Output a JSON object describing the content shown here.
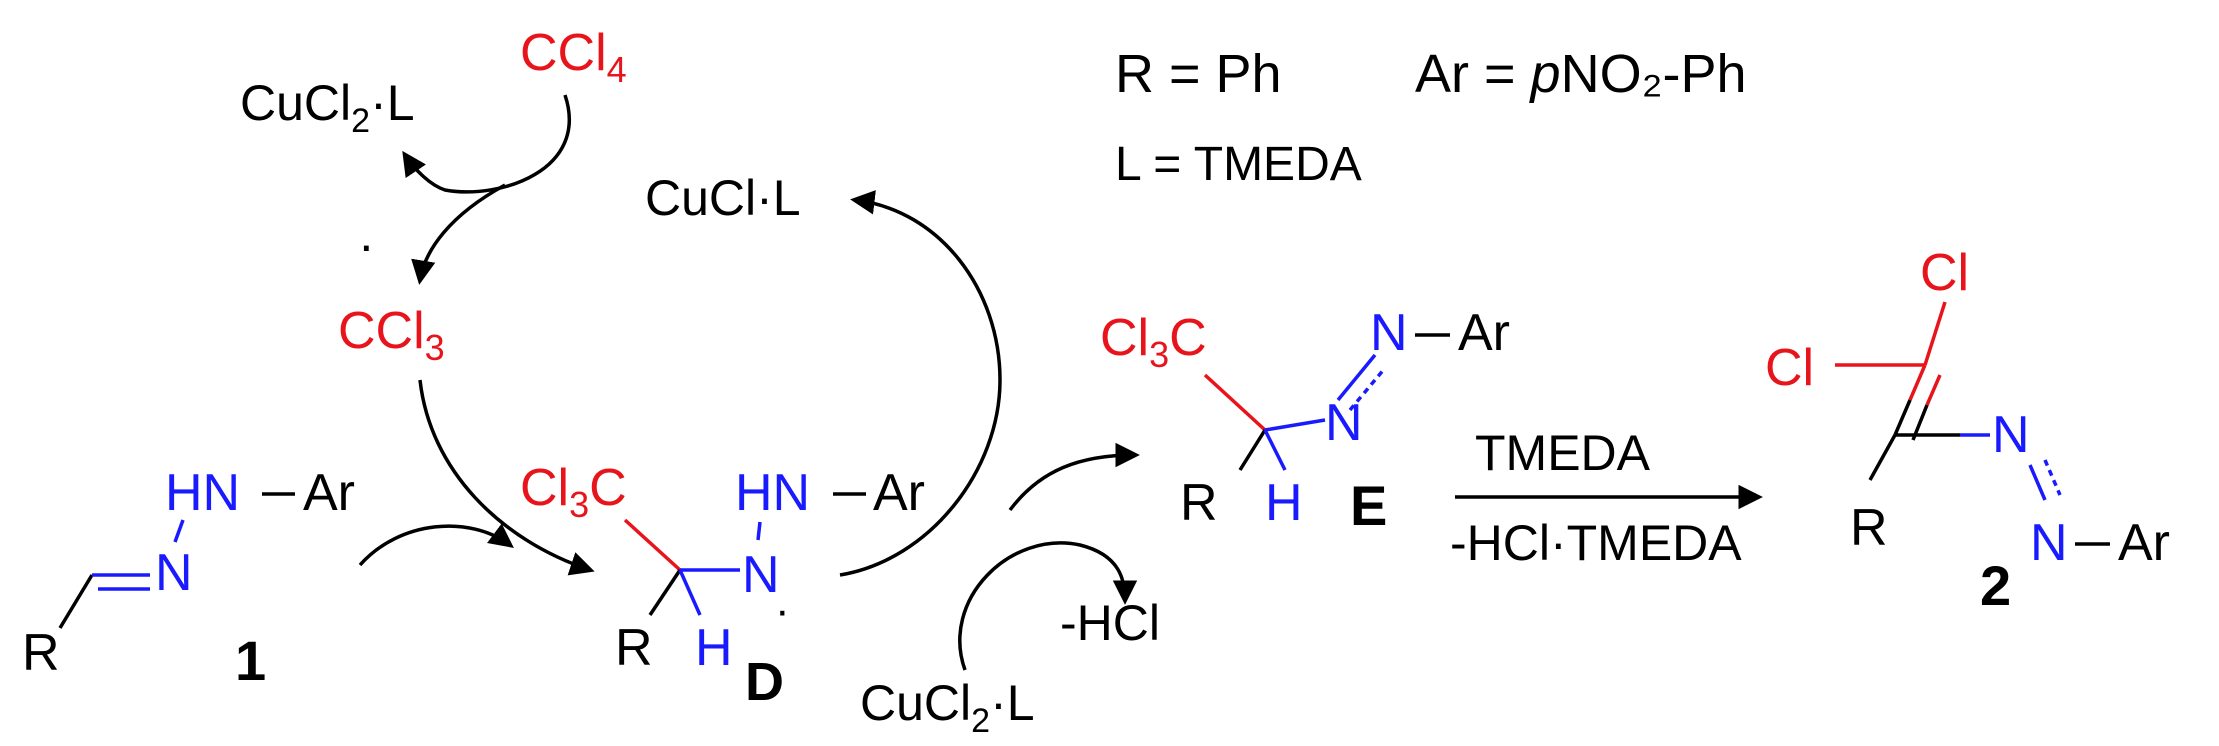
{
  "definitions": {
    "r_def": "R = Ph",
    "ar_def_prefix": "Ar = ",
    "ar_def_p": "p",
    "ar_def_suffix": "NO₂-Ph",
    "l_def": "L = TMEDA"
  },
  "catalyst_cycle": {
    "cucl2l_top": "CuCl",
    "cucl2l_top_sub": "2",
    "cucl2l_top_end": "·L",
    "ccl4": "CCl",
    "ccl4_sub": "4",
    "cucl_l": "CuCl·L",
    "ccl3_radical": "CCl",
    "ccl3_sub": "3",
    "radical_dot": "·",
    "cucl2l_bottom": "CuCl",
    "cucl2l_bottom_sub": "2",
    "cucl2l_bottom_end": "·L",
    "minus_hcl": "-HCl"
  },
  "compound_1": {
    "hn": "HN",
    "ar": "Ar",
    "n": "N",
    "r": "R",
    "number": "1"
  },
  "intermediate_D": {
    "cl3c_a": "Cl",
    "cl3c_sub": "3",
    "cl3c_b": "C",
    "hn": "HN",
    "ar": "Ar",
    "n": "N",
    "radical_dot": "·",
    "r": "R",
    "h": "H",
    "label": "D"
  },
  "intermediate_E": {
    "cl3c_a": "Cl",
    "cl3c_sub": "3",
    "cl3c_b": "C",
    "n_top": "N",
    "ar": "Ar",
    "n_bottom": "N",
    "r": "R",
    "h": "H",
    "label": "E"
  },
  "reaction_arrow": {
    "above": "TMEDA",
    "below": "-HCl·TMEDA"
  },
  "product_2": {
    "cl_top": "Cl",
    "cl_left": "Cl",
    "n_top": "N",
    "n_bottom": "N",
    "ar": "Ar",
    "r": "R",
    "number": "2"
  },
  "colors": {
    "carbon_chlorine": "#e8141b",
    "nitrogen_hydrogen": "#1a1aff",
    "default": "#000000"
  }
}
